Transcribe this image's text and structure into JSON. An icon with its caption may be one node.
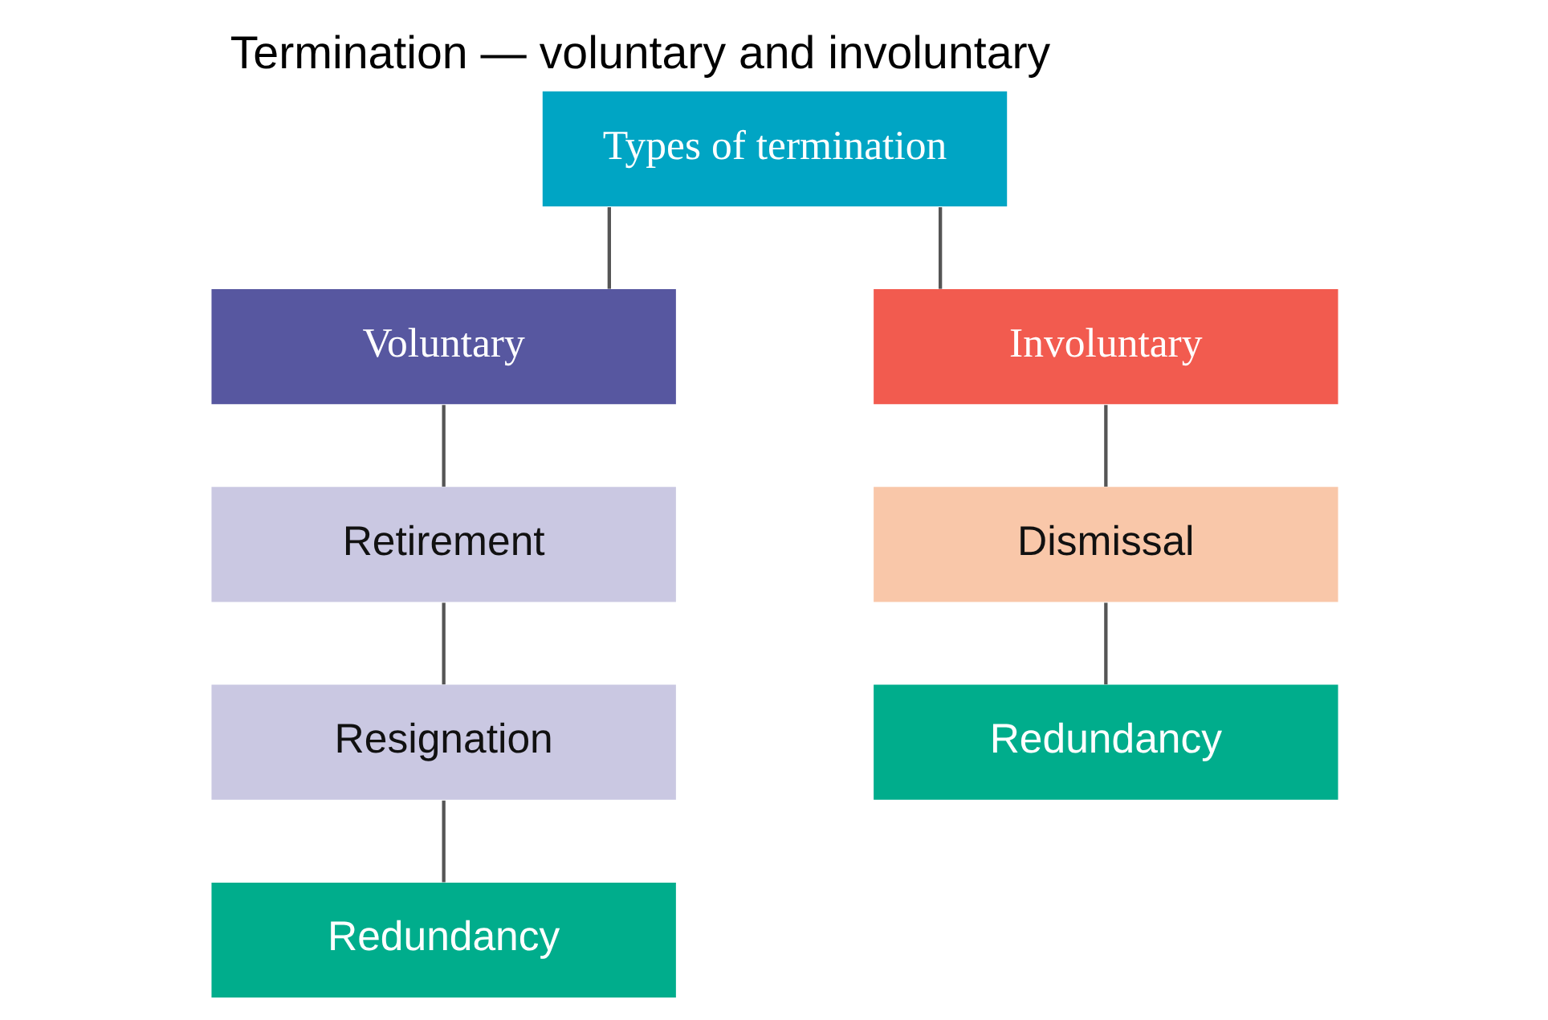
{
  "diagram": {
    "title": "Termination — voluntary and involuntary",
    "nodes": [
      {
        "text": [
          "Types of termination"
        ]
      },
      {
        "text": [
          "Voluntary"
        ]
      },
      {
        "text": [
          "Involuntary"
        ]
      },
      {
        "text": [
          "Retirement"
        ]
      },
      {
        "text": [
          "Resignation"
        ]
      },
      {
        "text": [
          "Redundancy"
        ]
      },
      {
        "text": [
          "Dismissal"
        ]
      },
      {
        "text": [
          "Redundancy"
        ]
      }
    ],
    "edges": [
      {
        "from": 0,
        "to": 1,
        "arrow": "none"
      },
      {
        "from": 0,
        "to": 2,
        "arrow": "none"
      },
      {
        "from": 1,
        "to": 3,
        "arrow": "none"
      },
      {
        "from": 3,
        "to": 4,
        "arrow": "none"
      },
      {
        "from": 4,
        "to": 5,
        "arrow": "none"
      },
      {
        "from": 2,
        "to": 6,
        "arrow": "none"
      },
      {
        "from": 6,
        "to": 7,
        "arrow": "none"
      }
    ]
  }
}
